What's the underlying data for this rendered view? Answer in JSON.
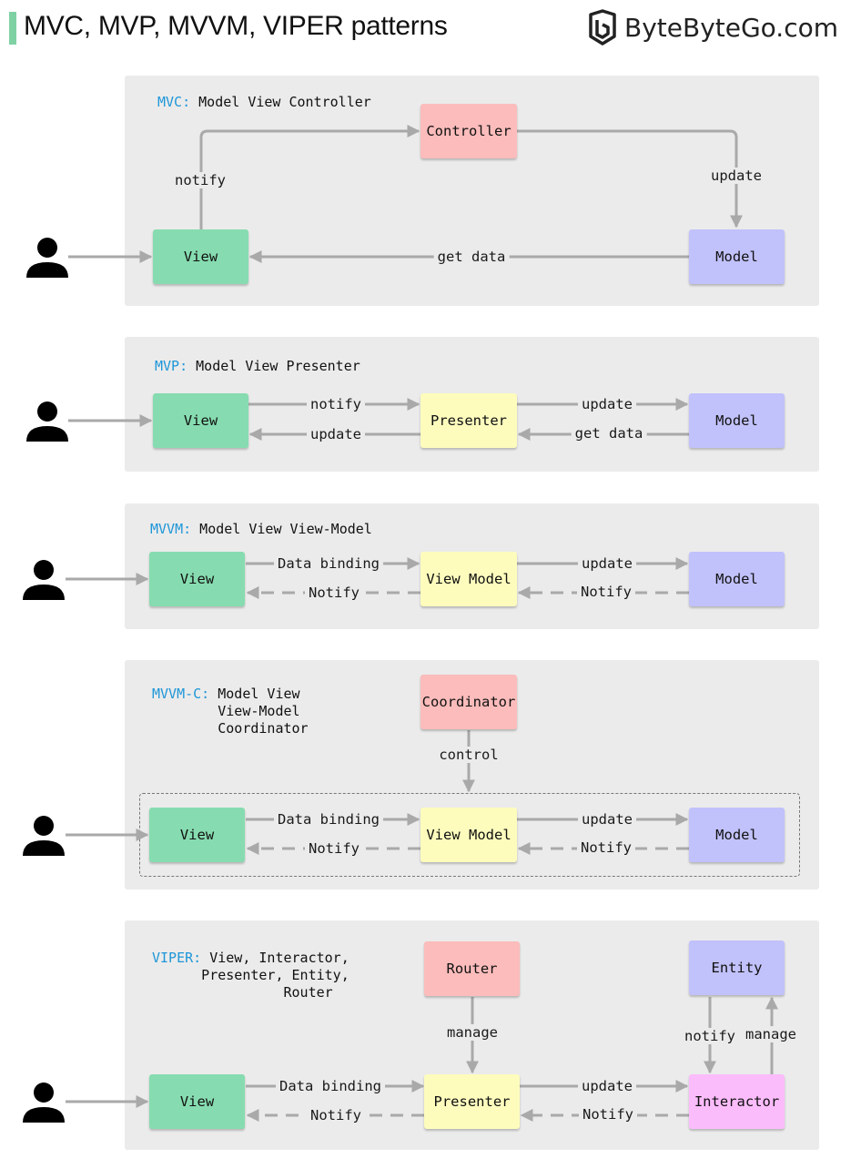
{
  "header": {
    "title": "MVC, MVP, MVVM, VIPER patterns",
    "logo_text": "ByteByteGo.com",
    "accent_color": "#7fd1a4"
  },
  "colors": {
    "view": "#86dcb0",
    "controller": "#fbbcbb",
    "model": "#c1c1fb",
    "presenter": "#fdfcbd",
    "interactor": "#fbbcfb",
    "acronym": "#1e96d8",
    "panel": "#ebebeb"
  },
  "icons": [
    "user-icon",
    "bytebytego-logo-icon"
  ],
  "mvc": {
    "acronym": "MVC:",
    "title": " Model View Controller",
    "nodes": {
      "controller": "Controller",
      "view": "View",
      "model": "Model"
    },
    "labels": {
      "notify": "notify",
      "update": "update",
      "get_data": "get data"
    }
  },
  "mvp": {
    "acronym": "MVP:",
    "title": " Model View Presenter",
    "nodes": {
      "view": "View",
      "presenter": "Presenter",
      "model": "Model"
    },
    "labels": {
      "notify": "notify",
      "update_view": "update",
      "update_model": "update",
      "get_data": "get data"
    }
  },
  "mvvm": {
    "acronym": "MVVM:",
    "title": " Model View View-Model",
    "nodes": {
      "view": "View",
      "viewmodel": "View Model",
      "model": "Model"
    },
    "labels": {
      "data_binding": "Data binding",
      "notify_view": "Notify",
      "update": "update",
      "notify_vm": "Notify"
    }
  },
  "mvvmc": {
    "acronym": "MVVM-C:",
    "title": " Model View\n        View-Model\n        Coordinator",
    "nodes": {
      "coordinator": "Coordinator",
      "view": "View",
      "viewmodel": "View Model",
      "model": "Model"
    },
    "labels": {
      "control": "control",
      "data_binding": "Data binding",
      "notify_view": "Notify",
      "update": "update",
      "notify_vm": "Notify"
    }
  },
  "viper": {
    "acronym": "VIPER:",
    "title": " View, Interactor,\n      Presenter, Entity,\n                Router",
    "nodes": {
      "router": "Router",
      "entity": "Entity",
      "view": "View",
      "presenter": "Presenter",
      "interactor": "Interactor"
    },
    "labels": {
      "manage_presenter": "manage",
      "notify_entity": "notify",
      "manage_entity": "manage",
      "data_binding": "Data binding",
      "notify_view": "Notify",
      "update": "update",
      "notify_presenter": "Notify"
    }
  }
}
